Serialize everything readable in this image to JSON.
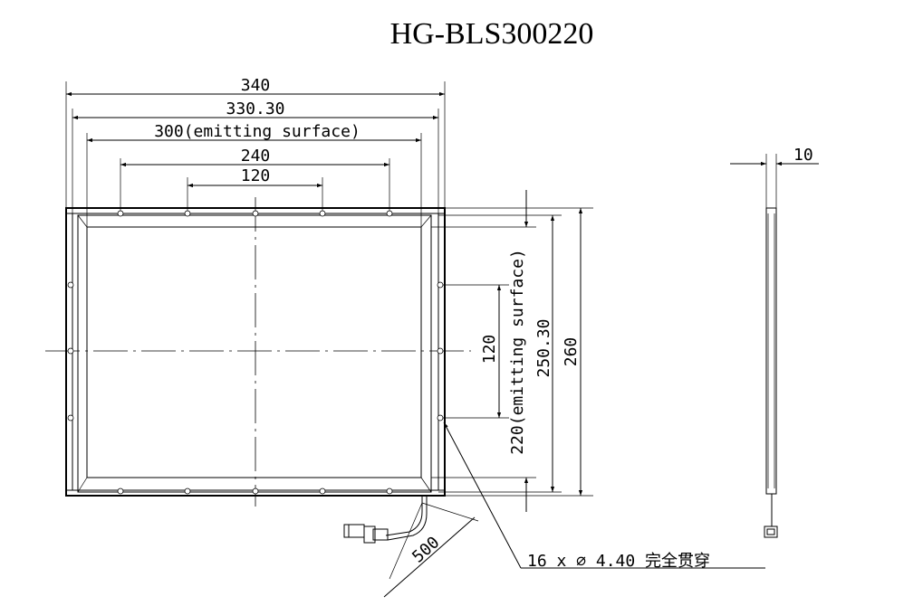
{
  "title": "HG-BLS300220",
  "dimensions": {
    "width_overall": "340",
    "width_frame": "330.30",
    "width_emitting": "300(emitting surface)",
    "hole_span_outer": "240",
    "hole_span_inner": "120",
    "height_overall": "260",
    "height_frame": "250.30",
    "height_emitting": "220(emitting surface)",
    "hole_span_vertical": "120",
    "thickness": "10",
    "cable_length": "500",
    "hole_note": "16 x ∅ 4.40 完全贯穿"
  }
}
